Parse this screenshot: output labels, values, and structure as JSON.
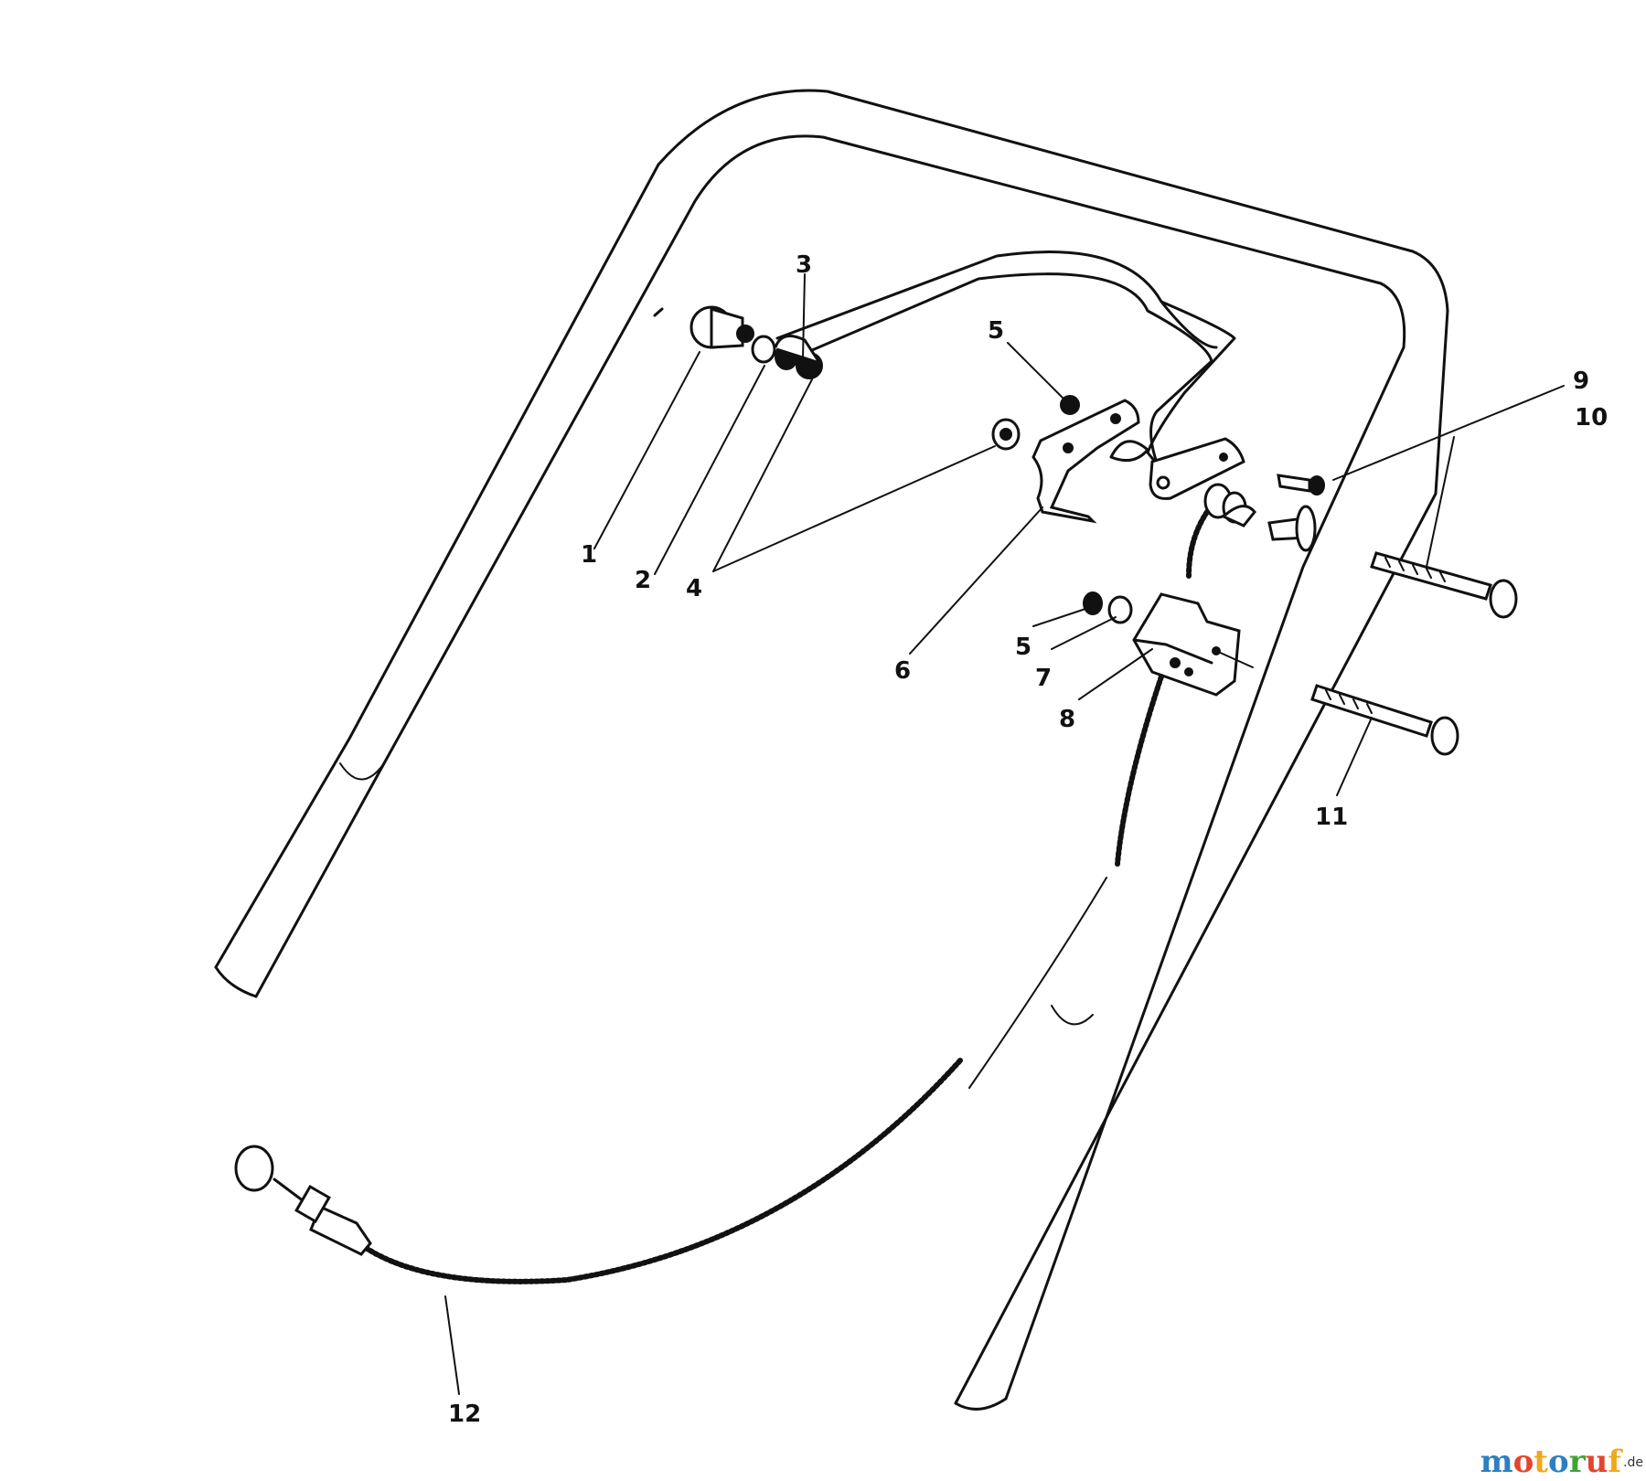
{
  "labels": {
    "l1": "1",
    "l2": "2",
    "l3": "3",
    "l4": "4",
    "l5a": "5",
    "l5b": "5",
    "l6": "6",
    "l7": "7",
    "l8": "8",
    "l9": "9",
    "l10": "10",
    "l11": "11",
    "l12": "12"
  },
  "watermark": {
    "brand": "motoruf",
    "suffix": ".de",
    "letter_colors": [
      "#2e7fc1",
      "#e2452f",
      "#f0a81c",
      "#2e7fc1",
      "#3fa535",
      "#e2452f",
      "#f0a81c"
    ]
  }
}
